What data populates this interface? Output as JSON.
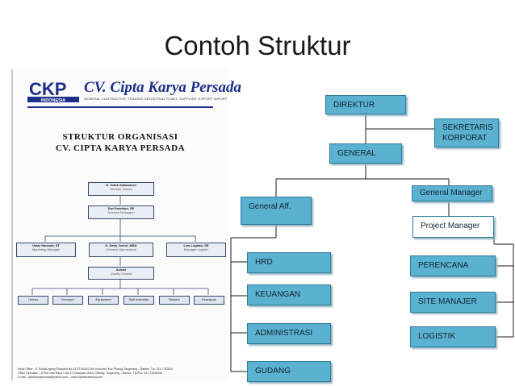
{
  "slide": {
    "title": "Contoh Struktur"
  },
  "document": {
    "logo_text": "CKP",
    "logo_sub": "INDONESIA",
    "company_name": "CV. Cipta Karya Persada",
    "company_tagline": "GENERAL CONTRACTOR, TRADING INDUSTRIAL PLANT, SUPPLIER, EXPORT IMPORT",
    "heading_1": "STRUKTUR ORGANISASI",
    "heading_2": "CV. CIPTA KARYA PERSADA",
    "org": {
      "director": {
        "name": "H. Totok Sukiantoro",
        "role": "Direktur Utama"
      },
      "finance_director": {
        "name": "Dwi Prasetyo, SE",
        "role": "Direktur Keuangan"
      },
      "managers": [
        {
          "name": "Umar Hamzah, ST",
          "role": "Marketing Manager"
        },
        {
          "name": "H. Dedy Juchri, MBA",
          "role": "General Operasional"
        },
        {
          "name": "Liza Lugiant, SE",
          "role": "Manager Logistic"
        }
      ],
      "qc": {
        "name": "Ashari",
        "role": "Quality Control"
      },
      "units": [
        "Umum",
        "Surveyor",
        "Equipment",
        "Sipil Instruktur",
        "Struktur",
        "Kearsipan"
      ]
    },
    "footer_1": "Head Office : Jl. Sultan Ageng Tirtayasa No.23 RT.004/03 Kel.Kunciran, Kec.Pinang, Tangerang – Banten. Tlp. 021-7323401",
    "footer_2": "Office Operation : Jl.Puri Indo Raya 1 No.27 Larangan Utara, Ciledug, Tangerang – Banten. Tlp/Fax. 021-73446346",
    "footer_3": "E-mail : ciptakaryapersada@yahoo.com – www.ciptakonstruksi.com"
  },
  "chart": {
    "direktur": "DIREKTUR",
    "sekretaris_1": "SEKRETARIS",
    "sekretaris_2": "KORPORAT",
    "general": "GENERAL",
    "general_aff": "General Aff.",
    "general_manager": "General Manager",
    "project_manager": "Project  Manager",
    "left_items": [
      "HRD",
      "KEUANGAN",
      "ADMINISTRASI",
      "GUDANG"
    ],
    "right_items": [
      "PERENCANA",
      "SITE MANAJER",
      "LOGISTIK"
    ]
  },
  "colors": {
    "box_fill": "#5bb1d0",
    "box_border": "#2f7b9a",
    "company_blue": "#1c2f8a"
  }
}
